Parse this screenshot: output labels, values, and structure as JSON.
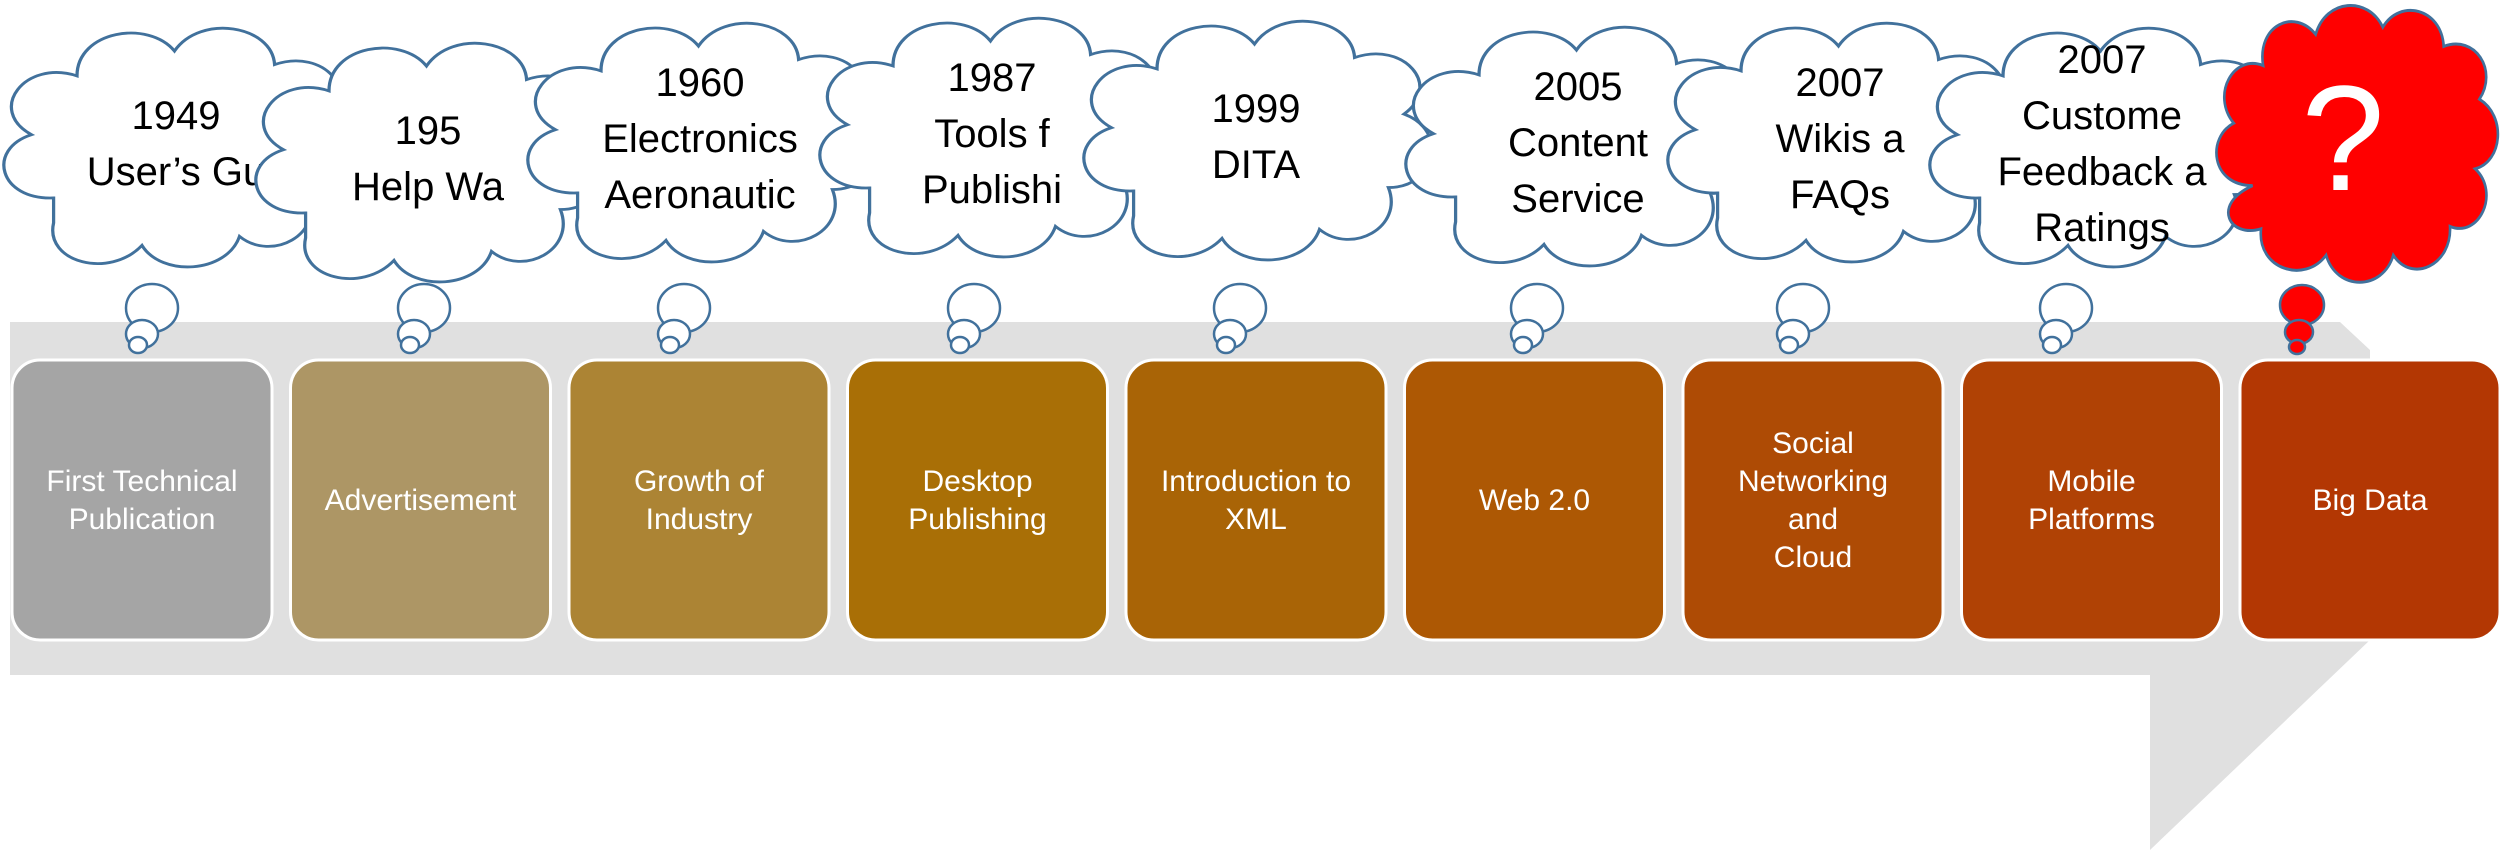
{
  "colors": {
    "arrow": "#e0e0e0",
    "cloud_fill": "#ffffff",
    "cloud_outline": "#41719c",
    "question_cloud_fill": "#ff0000",
    "box_text": "#ffffff"
  },
  "milestones": [
    {
      "box_label": [
        "First Technical",
        "Publication"
      ],
      "box_color": "#a5a5a5",
      "cloud_lines": [
        "1949",
        "User’s Gu"
      ]
    },
    {
      "box_label": [
        "Advertisement"
      ],
      "box_color": "#ad9665",
      "cloud_lines": [
        "195",
        "Help Wa"
      ]
    },
    {
      "box_label": [
        "Growth of",
        "Industry"
      ],
      "box_color": "#ac8434",
      "cloud_lines": [
        "1960",
        "Electronics",
        "Aeronautic"
      ]
    },
    {
      "box_label": [
        "Desktop",
        "Publishing"
      ],
      "box_color": "#a96f06",
      "cloud_lines": [
        "1987",
        "Tools f",
        "Publishi"
      ]
    },
    {
      "box_label": [
        "Introduction to",
        "XML"
      ],
      "box_color": "#a96406",
      "cloud_lines": [
        "1999",
        "DITA"
      ]
    },
    {
      "box_label": [
        "Web 2.0"
      ],
      "box_color": "#ad5804",
      "cloud_lines": [
        "2005",
        "Content",
        "Service"
      ]
    },
    {
      "box_label": [
        "Social",
        "Networking",
        "and",
        "Cloud"
      ],
      "box_color": "#ae4b05",
      "cloud_lines": [
        "2007",
        "Wikis a",
        "FAQs"
      ]
    },
    {
      "box_label": [
        "Mobile",
        "Platforms"
      ],
      "box_color": "#b04205",
      "cloud_lines": [
        "2007",
        "Custome",
        "Feedback a",
        "Ratings"
      ]
    },
    {
      "box_label": [
        "Big Data"
      ],
      "box_color": "#b33703",
      "cloud_lines": [
        "?"
      ],
      "highlight": true
    }
  ]
}
